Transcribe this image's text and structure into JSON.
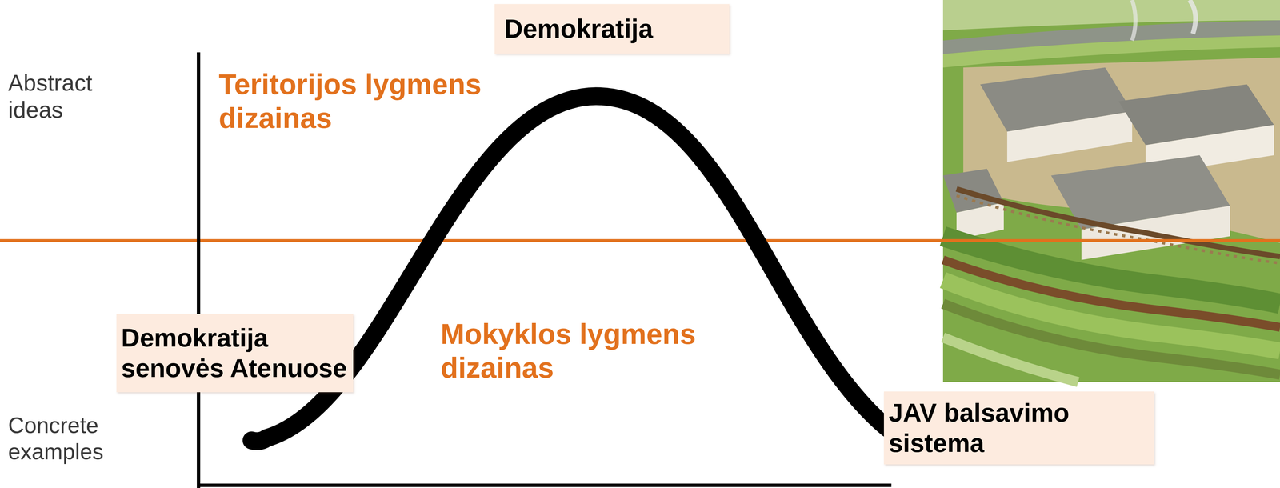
{
  "diagram": {
    "nodes": [
      {
        "text": [
          "Demokratija"
        ]
      },
      {
        "text": [
          "Demokratija senovės Atenuose"
        ]
      },
      {
        "text": [
          "JAV balsavimo sistema"
        ]
      }
    ],
    "labels": [
      "Abstract ideas",
      "Concrete examples",
      "Teritorijos lygmens dizainas",
      "Mokyklos lygmens dizainas"
    ]
  }
}
